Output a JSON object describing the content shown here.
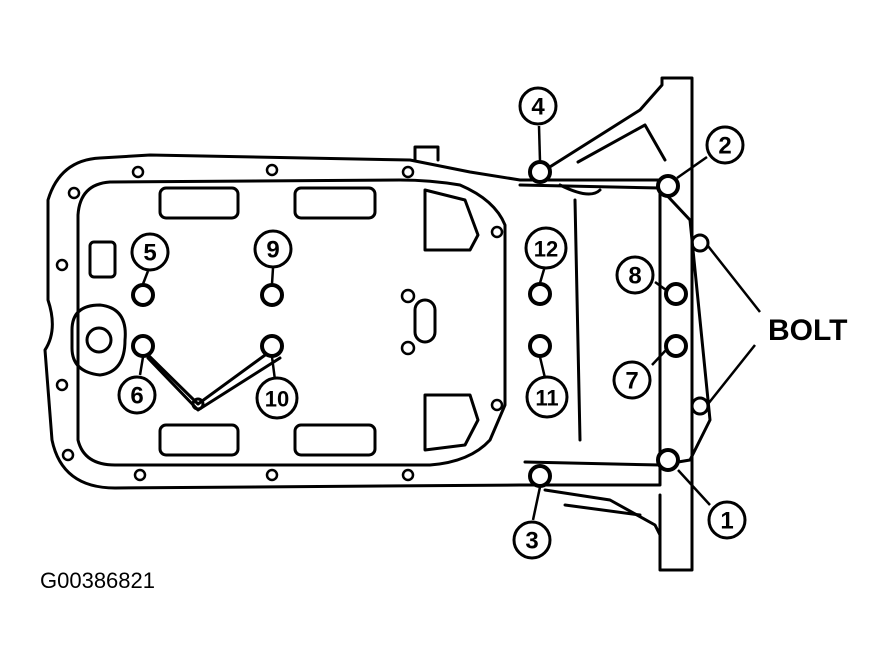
{
  "diagram": {
    "side_label": "BOLT",
    "figure_id": "G00386821",
    "callouts": [
      "1",
      "2",
      "3",
      "4",
      "5",
      "6",
      "7",
      "8",
      "9",
      "10",
      "11",
      "12"
    ]
  }
}
